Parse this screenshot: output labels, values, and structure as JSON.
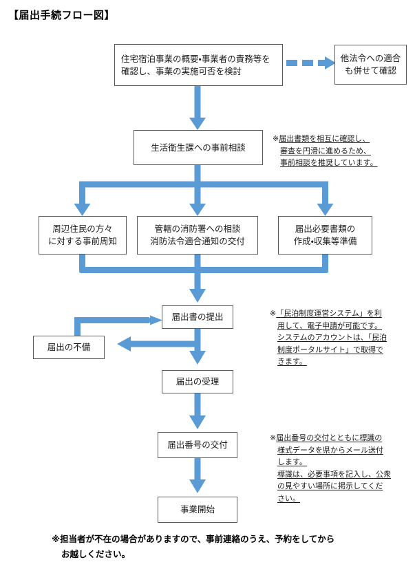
{
  "title": "【届出手続フロー図】",
  "colors": {
    "arrow_blue": "#5B9BD5",
    "box_border": "#595959",
    "text": "#1a1a1a",
    "background": "#ffffff"
  },
  "nodes": {
    "overview": {
      "lines": [
        "住宅宿泊事業の概要・事業者の責務等を",
        "確認し、事業の実施可否を検討"
      ]
    },
    "other_laws": {
      "lines": [
        "他法令への適合",
        "も併せて確認"
      ]
    },
    "pre_consultation": {
      "lines": [
        "生活衛生課への事前相談"
      ]
    },
    "neighbors": {
      "lines": [
        "周辺住民の方々",
        "に対する事前周知"
      ]
    },
    "fire_dept": {
      "lines": [
        "管轄の消防署への相談",
        "消防法令適合通知の交付"
      ]
    },
    "documents": {
      "lines": [
        "届出必要書類の",
        "作成・収集等準備"
      ]
    },
    "submit": {
      "lines": [
        "届出書の提出"
      ]
    },
    "deficiency": {
      "lines": [
        "届出の不備"
      ]
    },
    "accepted": {
      "lines": [
        "届出の受理"
      ]
    },
    "number_issued": {
      "lines": [
        "届出番号の交付"
      ]
    },
    "business_start": {
      "lines": [
        "事業開始"
      ]
    }
  },
  "notes": {
    "pre_consultation_note": {
      "mark": "※",
      "lines": [
        "届出書類を相互に確認し、",
        "審査を円滑に進めるため、",
        "事前相談を推奨しています。"
      ]
    },
    "system_note": {
      "mark": "※",
      "lines": [
        "「民泊制度運営システム」を利",
        "用して、電子申請が可能です。",
        "システムのアカウントは、「民泊",
        "制度ポータルサイト」で取得で",
        "きます。"
      ]
    },
    "sign_note": {
      "mark": "※",
      "lines": [
        "届出番号の交付とともに標識の",
        "様式データを県からメール送付",
        "します。",
        "標識は、必要事項を記入し、公衆",
        "の見やすい場所に掲示してくだ",
        "さい。"
      ]
    }
  },
  "footer": {
    "lines": [
      "※担当者が不在の場合がありますので、事前連絡のうえ、予約をしてから",
      "お越しください。"
    ]
  }
}
